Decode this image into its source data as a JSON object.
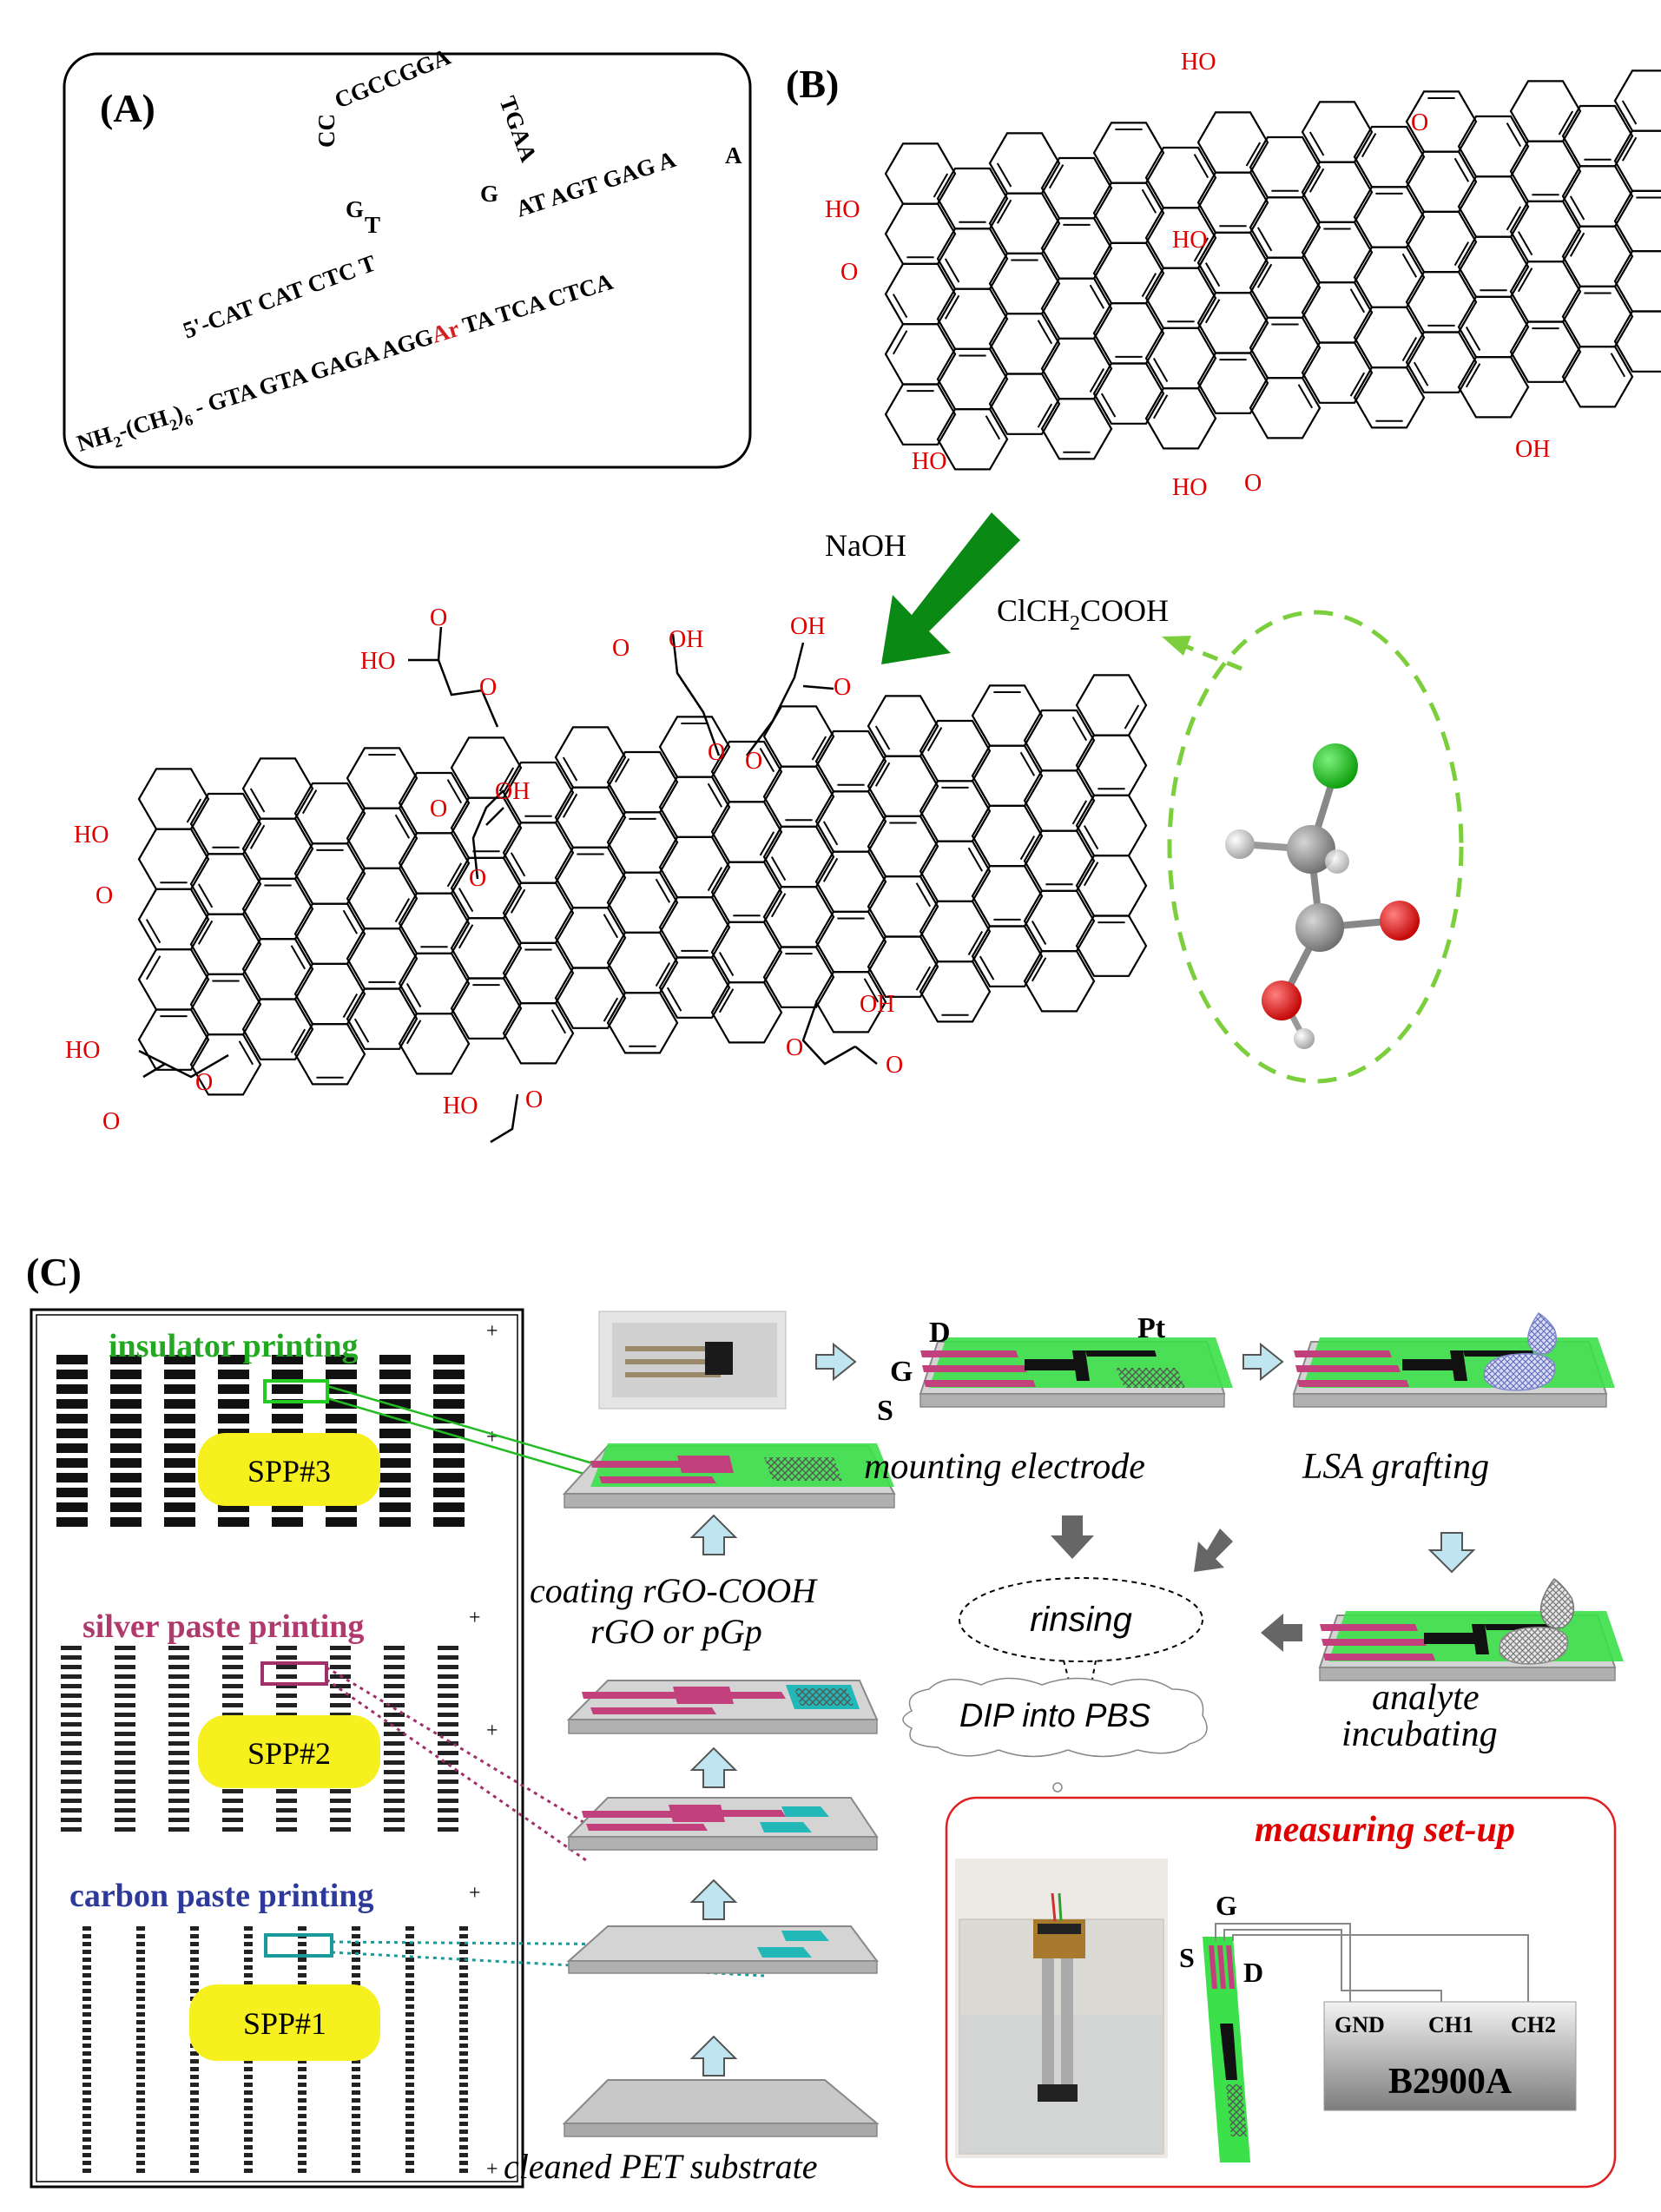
{
  "panel_a": {
    "label": "(A)",
    "loop_top": "CGCCGGA",
    "loop_left": "CC",
    "loop_g": "G",
    "loop_t": "T",
    "loop_right": "TGAA",
    "loop_g2": "G",
    "strand_mid": "AT AGT GAG A",
    "strand_end": "A",
    "prime5": "5'-CAT CAT CTC T",
    "lower_left": "NH",
    "lower_sub": "2",
    "lower_mid": "-(CH",
    "lower_sub2": "2",
    "lower_sub3": "6",
    "lower_seq": " - GTA GTA GAGA AGG",
    "lower_ar": "Ar",
    "lower_tail": " TA TCA CTCA"
  },
  "panel_b": {
    "label": "(B)",
    "ho_top": "HO",
    "o_epoxy": "O",
    "ho_left": "HO",
    "o_left": "O",
    "ho_mid": "HO",
    "ho_bl": "HO",
    "ho_br": "HO",
    "o_br": "O",
    "oh_r": "OH"
  },
  "reaction": {
    "reagent1": "NaOH",
    "reagent2_pre": "ClCH",
    "reagent2_sub": "2",
    "reagent2_post": "COOH"
  },
  "panel_carboxy": {
    "ho1": "HO",
    "o1": "O",
    "o_link1": "O",
    "o2": "O",
    "oh2": "OH",
    "oh3": "OH",
    "o3": "O",
    "o_link2": "O",
    "o_link3": "O",
    "o_mid": "O",
    "oh_mid": "OH",
    "o_link4": "O",
    "ho_left": "HO",
    "o_left": "O",
    "ho_bl": "HO",
    "o_bl": "O",
    "o_link5": "O",
    "ho_b": "HO",
    "o_b": "O",
    "oh_br": "OH",
    "o_br": "O",
    "o_link6": "O"
  },
  "panel_c": {
    "label": "(C)",
    "insulator": "insulator printing",
    "silver": "silver paste printing",
    "carbon": "carbon paste printing",
    "spp3": "SPP#3",
    "spp2": "SPP#2",
    "spp1": "SPP#1",
    "cleaned": "cleaned PET substrate",
    "coating1": "coating rGO-COOH",
    "coating2": "rGO or pGp",
    "mounting": "mounting electrode",
    "lsa": "LSA grafting",
    "analyte1": "analyte",
    "analyte2": "incubating",
    "rinsing": "rinsing",
    "dip": "DIP into PBS",
    "measuring": "measuring set-up",
    "pin_d": "D",
    "pin_g": "G",
    "pin_s": "S",
    "pin_pt": "Pt",
    "setup_g": "G",
    "setup_s": "S",
    "setup_d": "D",
    "gnd": "GND",
    "ch1": "CH1",
    "ch2": "CH2",
    "instrument": "B2900A"
  }
}
